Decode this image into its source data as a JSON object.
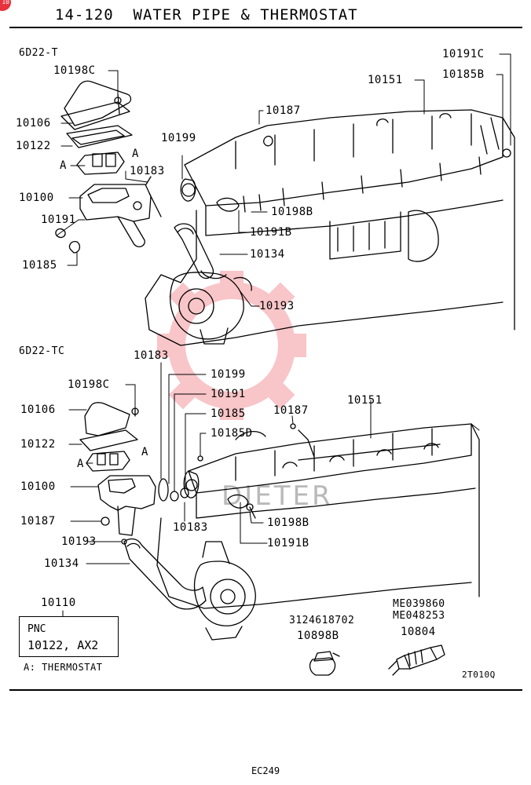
{
  "header": {
    "badge": "10",
    "title": "14-120  WATER PIPE & THERMOSTAT"
  },
  "variants": {
    "upper": "6D22-T",
    "lower": "6D22-TC"
  },
  "labels_upper": [
    "10198C",
    "10106",
    "10122",
    "A",
    "A",
    "10183",
    "10100",
    "10191",
    "10185",
    "10199",
    "10187",
    "10151",
    "10191C",
    "10185B",
    "10198B",
    "10191B",
    "10134",
    "10193"
  ],
  "labels_lower": [
    "10183",
    "10199",
    "10191",
    "10185",
    "10185D",
    "10187",
    "10151",
    "10198C",
    "10106",
    "10122",
    "A",
    "A",
    "10100",
    "10187",
    "10193",
    "10134",
    "10183",
    "10198B",
    "10191B"
  ],
  "pnc": {
    "number": "10110",
    "label": "PNC",
    "value": "10122, AX2"
  },
  "legend": "A: THERMOSTAT",
  "accessories": {
    "part_a_number": "3124618702",
    "part_a_pnc": "10898B",
    "part_b_number_1": "ME039860",
    "part_b_number_2": "ME048253",
    "part_b_pnc": "10804"
  },
  "drawing_code": "2T010Q",
  "footer": "EC249",
  "watermark_text": "DIETER",
  "colors": {
    "ink": "#000000",
    "badge": "#e8333c",
    "watermark": "#e8333c"
  }
}
